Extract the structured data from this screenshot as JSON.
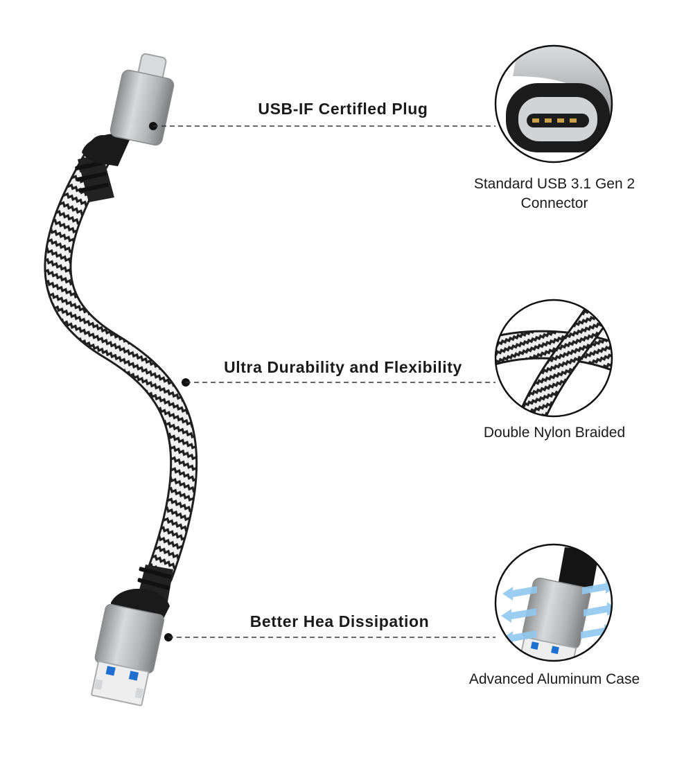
{
  "features": [
    {
      "title": "USB-IF Certifled Plug",
      "caption_lines": [
        "Standard USB 3.1 Gen 2",
        "Connector"
      ],
      "detail_icon": "usb-c-port-closeup-icon"
    },
    {
      "title": "Ultra Durability and Flexibility",
      "caption_lines": [
        "Double Nylon Braided"
      ],
      "detail_icon": "nylon-braid-closeup-icon"
    },
    {
      "title": "Better Hea Dissipation",
      "caption_lines": [
        "Advanced Aluminum Case"
      ],
      "detail_icon": "aluminum-case-heat-icon"
    }
  ],
  "product_icon": "usb-c-to-usb-a-braided-cable-icon",
  "colors": {
    "aluminum": "#b8b9bb",
    "aluminum_dark": "#7d7e80",
    "braid_dark": "#1f1f1f",
    "braid_light": "#f2f2f2",
    "usb_blue": "#1f6fd1",
    "heat_arrow": "#8fc8ee",
    "text": "#1a1a1a"
  }
}
